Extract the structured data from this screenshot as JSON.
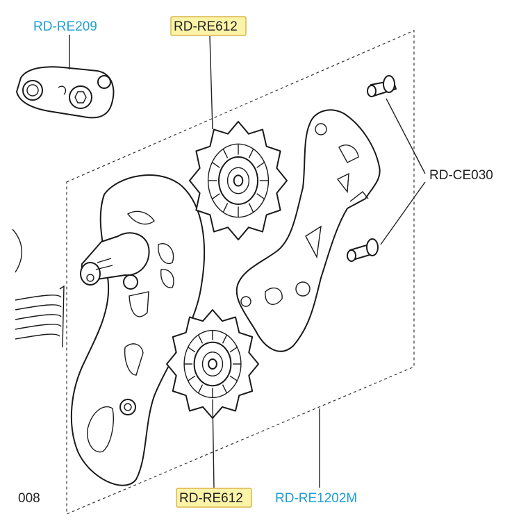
{
  "labels": {
    "top_left_part": "RD-RE209",
    "top_pulley": "RD-RE612",
    "bottom_pulley": "RD-RE612",
    "cage_set": "RD-RE1202M",
    "bolts": "RD-CE030",
    "edge_fragment": "008"
  },
  "colors": {
    "label_blue": "#1e9fd6",
    "highlight_fill": "#fbf3a8",
    "highlight_border": "#d9b84a",
    "label_dark": "#222222"
  }
}
